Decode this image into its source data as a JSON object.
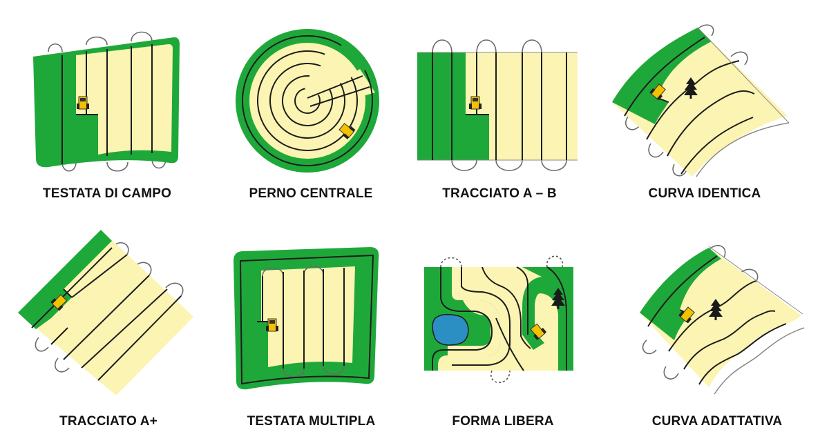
{
  "palette": {
    "field_green": "#1fa83a",
    "crop_yellow": "#fbf4b2",
    "pond_blue": "#2b8fc4",
    "tractor_yellow": "#f2c100",
    "line_dark": "#1c1c1c"
  },
  "patterns": [
    {
      "id": "testata-di-campo",
      "label": "TESTATA DI CAMPO"
    },
    {
      "id": "perno-centrale",
      "label": "PERNO CENTRALE"
    },
    {
      "id": "tracciato-a-b",
      "label": "TRACCIATO A – B"
    },
    {
      "id": "curva-identica",
      "label": "CURVA IDENTICA"
    },
    {
      "id": "tracciato-a-plus",
      "label": "TRACCIATO A+"
    },
    {
      "id": "testata-multipla",
      "label": "TESTATA MULTIPLA"
    },
    {
      "id": "forma-libera",
      "label": "FORMA LIBERA"
    },
    {
      "id": "curva-adattativa",
      "label": "CURVA ADATTATIVA"
    }
  ],
  "icons": {
    "tractor": "tractor-icon",
    "tree": "tree-icon",
    "pond": "pond-icon"
  }
}
